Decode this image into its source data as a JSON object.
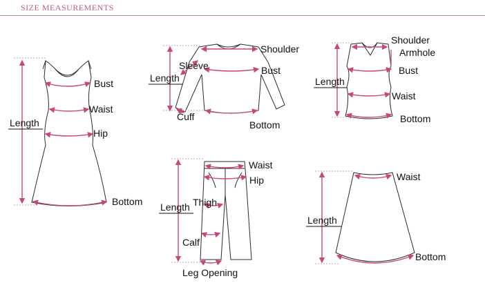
{
  "header": {
    "title": "SIZE MEASUREMENTS"
  },
  "dress": {
    "bust": "Bust",
    "waist": "Waist",
    "hip": "Hip",
    "length": "Length",
    "bottom": "Bottom"
  },
  "top": {
    "shoulder": "Shoulder",
    "sleeve": "Sleeve",
    "bust": "Bust",
    "length": "Length",
    "cuff": "Cuff",
    "bottom": "Bottom"
  },
  "vest": {
    "shoulder": "Shoulder",
    "armhole": "Armhole",
    "bust": "Bust",
    "length": "Length",
    "waist": "Waist",
    "bottom": "Bottom"
  },
  "pants": {
    "waist": "Waist",
    "hip": "Hip",
    "length": "Length",
    "thigh": "Thigh",
    "calf": "Calf",
    "leg_opening": "Leg Opening"
  },
  "skirt": {
    "waist": "Waist",
    "length": "Length",
    "bottom": "Bottom"
  }
}
